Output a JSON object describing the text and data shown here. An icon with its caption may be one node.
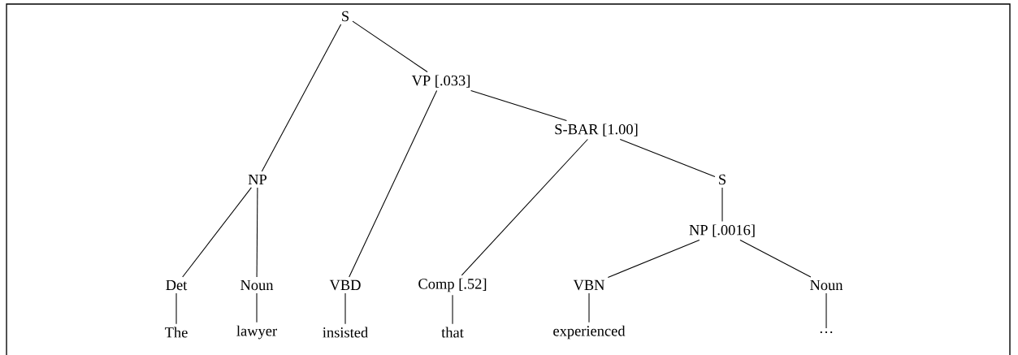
{
  "diagram": {
    "nodes": [
      {
        "text": [
          "S"
        ]
      },
      {
        "text": [
          "VP [.033]"
        ]
      },
      {
        "text": [
          "NP"
        ]
      },
      {
        "text": [
          "S-BAR [1.00]"
        ]
      },
      {
        "text": [
          "S"
        ]
      },
      {
        "text": [
          "NP [.0016]"
        ]
      },
      {
        "text": [
          "Det"
        ]
      },
      {
        "text": [
          "Noun"
        ]
      },
      {
        "text": [
          "VBD"
        ]
      },
      {
        "text": [
          "Comp [.52]"
        ]
      },
      {
        "text": [
          "VBN"
        ]
      },
      {
        "text": [
          "Noun"
        ]
      },
      {
        "text": [
          "The"
        ]
      },
      {
        "text": [
          "lawyer"
        ]
      },
      {
        "text": [
          "insisted"
        ]
      },
      {
        "text": [
          "that"
        ]
      },
      {
        "text": [
          "experienced"
        ]
      },
      {
        "text": [
          "…"
        ]
      }
    ],
    "edges": [
      {
        "from": 0,
        "to": 2,
        "arrow": "none"
      },
      {
        "from": 0,
        "to": 1,
        "arrow": "none"
      },
      {
        "from": 1,
        "to": 8,
        "arrow": "none"
      },
      {
        "from": 1,
        "to": 3,
        "arrow": "none"
      },
      {
        "from": 3,
        "to": 9,
        "arrow": "none"
      },
      {
        "from": 3,
        "to": 4,
        "arrow": "none"
      },
      {
        "from": 4,
        "to": 5,
        "arrow": "none"
      },
      {
        "from": 5,
        "to": 10,
        "arrow": "none"
      },
      {
        "from": 5,
        "to": 11,
        "arrow": "none"
      },
      {
        "from": 2,
        "to": 6,
        "arrow": "none"
      },
      {
        "from": 2,
        "to": 7,
        "arrow": "none"
      },
      {
        "from": 6,
        "to": 12,
        "arrow": "none"
      },
      {
        "from": 7,
        "to": 13,
        "arrow": "none"
      },
      {
        "from": 8,
        "to": 14,
        "arrow": "none"
      },
      {
        "from": 9,
        "to": 15,
        "arrow": "none"
      },
      {
        "from": 10,
        "to": 16,
        "arrow": "none"
      },
      {
        "from": 11,
        "to": 17,
        "arrow": "none"
      }
    ]
  }
}
